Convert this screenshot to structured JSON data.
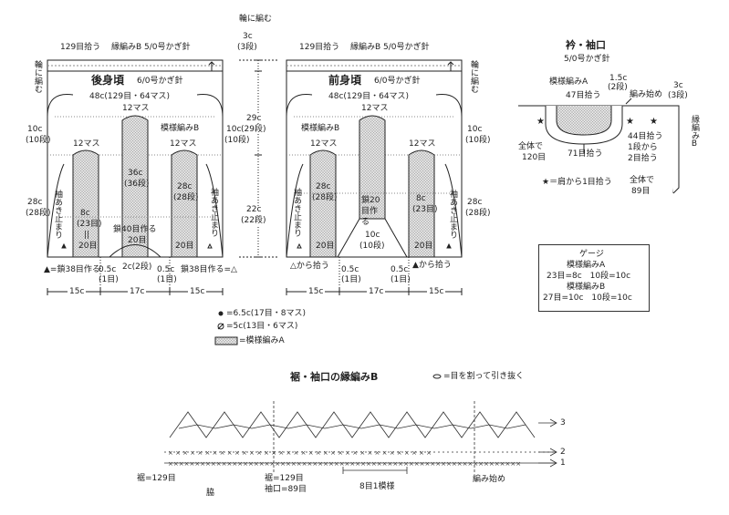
{
  "back": {
    "title": "後身頃",
    "needle": "6/0号かぎ針",
    "pickup": "129目拾う",
    "edging": "縁編みB 5/0号かぎ針",
    "round": "輪に編む",
    "width_total": "48c(129目・64マス)",
    "top_left": "10c",
    "top_left_rows": "(10段)",
    "top_right": "10c",
    "top_right_rows": "(10段)",
    "pattern_b": "模様編みB",
    "side_left": "28c",
    "side_left_rows": "(28段)",
    "panel_l_masu": "12マス",
    "panel_c_masu": "12マス",
    "panel_r_masu": "12マス",
    "panel_l_h": "8c",
    "panel_l_rows": "(23目)",
    "panel_l_eq": "||",
    "panel_l_bot": "20目",
    "panel_c_h": "36c",
    "panel_c_rows": "(36段)",
    "panel_r_h": "28c",
    "panel_r_rows": "(28段)",
    "panel_r_bot": "20目",
    "sleeve_left": "袖あき止まり",
    "sleeve_right": "袖あき止まり",
    "center_chain": "鎖40目作る",
    "center_bot": "20目",
    "bottom_left": "▲=鎖38目作る",
    "bottom_right": "鎖38目作る=△",
    "gap_l": "0.5c",
    "gap_l_s": "(1目)",
    "gap_c": "2c(2段)",
    "gap_r": "0.5c",
    "gap_r_s": "(1目)",
    "dim_l": "15c",
    "dim_c": "17c",
    "dim_r": "15c"
  },
  "middle": {
    "round_top": "輪に編む",
    "val3c": "3c",
    "val3c_rows": "(3段)",
    "v29c": "29c",
    "v29c_rows": "(29段)",
    "v22c": "22c",
    "v22c_rows": "(22段)"
  },
  "front": {
    "title": "前身頃",
    "needle": "6/0号かぎ針",
    "pickup": "129目拾う",
    "edging": "縁編みB 5/0号かぎ針",
    "round": "輪に編む",
    "width_total": "48c(129目・64マス)",
    "masu_top": "12マス",
    "pattern_b": "模様編みB",
    "top_right": "10c",
    "top_right_rows": "(10段)",
    "panel_l_masu": "12マス",
    "panel_r_masu": "12マス",
    "panel_l_h": "28c",
    "panel_l_rows": "(28段)",
    "panel_r_h": "8c",
    "panel_r_rows": "(23目)",
    "chain20": "鎖20目作る",
    "side_r": "28c",
    "side_r_rows": "(28段)",
    "bot_l": "20目",
    "bot_r": "20目",
    "center_h": "10c",
    "center_rows": "(10段)",
    "pick_l": "△から拾う",
    "pick_r": "▲から拾う",
    "gap_l": "0.5c",
    "gap_l_s": "(1目)",
    "gap_r": "0.5c",
    "gap_r_s": "(1目)",
    "dim_l": "15c",
    "dim_c": "17c",
    "dim_r": "15c",
    "sleeve_l": "袖あき止まり",
    "sleeve_r": "袖あき止まり"
  },
  "collar": {
    "title": "衿・袖口",
    "needle": "5/0号かぎ針",
    "pattern_a": "模様編みA",
    "pick47": "47目拾う",
    "v15c": "1.5c",
    "v15c_rows": "(2段)",
    "start": "編み始め",
    "total120_a": "全体で",
    "total120_b": "120目",
    "pick71": "71目拾う",
    "star_note": "★＝肩から1目拾う",
    "v3c": "3c",
    "v3c_rows": "(3段)",
    "pick44": "44目拾う",
    "pick44_b": "1段から",
    "pick44_c": "2目拾う",
    "total89_a": "全体で",
    "total89_b": "89目",
    "edging_b": "縁編みB"
  },
  "gauge": {
    "title": "ゲージ",
    "line1": "模様編みA",
    "line2": "23目=8c　10段=10c",
    "line3": "模様編みB",
    "line4": "27目=10c　10段=10c"
  },
  "legend": {
    "item1": "=6.5c(17目・8マス)",
    "item2": "=5c(13目・6マス)",
    "item3": "=模様編みA"
  },
  "chart": {
    "title": "裾・袖口の縁編みB",
    "note": "=目を割って引き抜く",
    "row3": "3",
    "row2": "2",
    "row1": "1",
    "hem_left": "裾=129目",
    "side": "脇",
    "hem": "裾=129目",
    "cuff": "袖口=89目",
    "repeat": "8目1模様",
    "start": "編み始め"
  }
}
